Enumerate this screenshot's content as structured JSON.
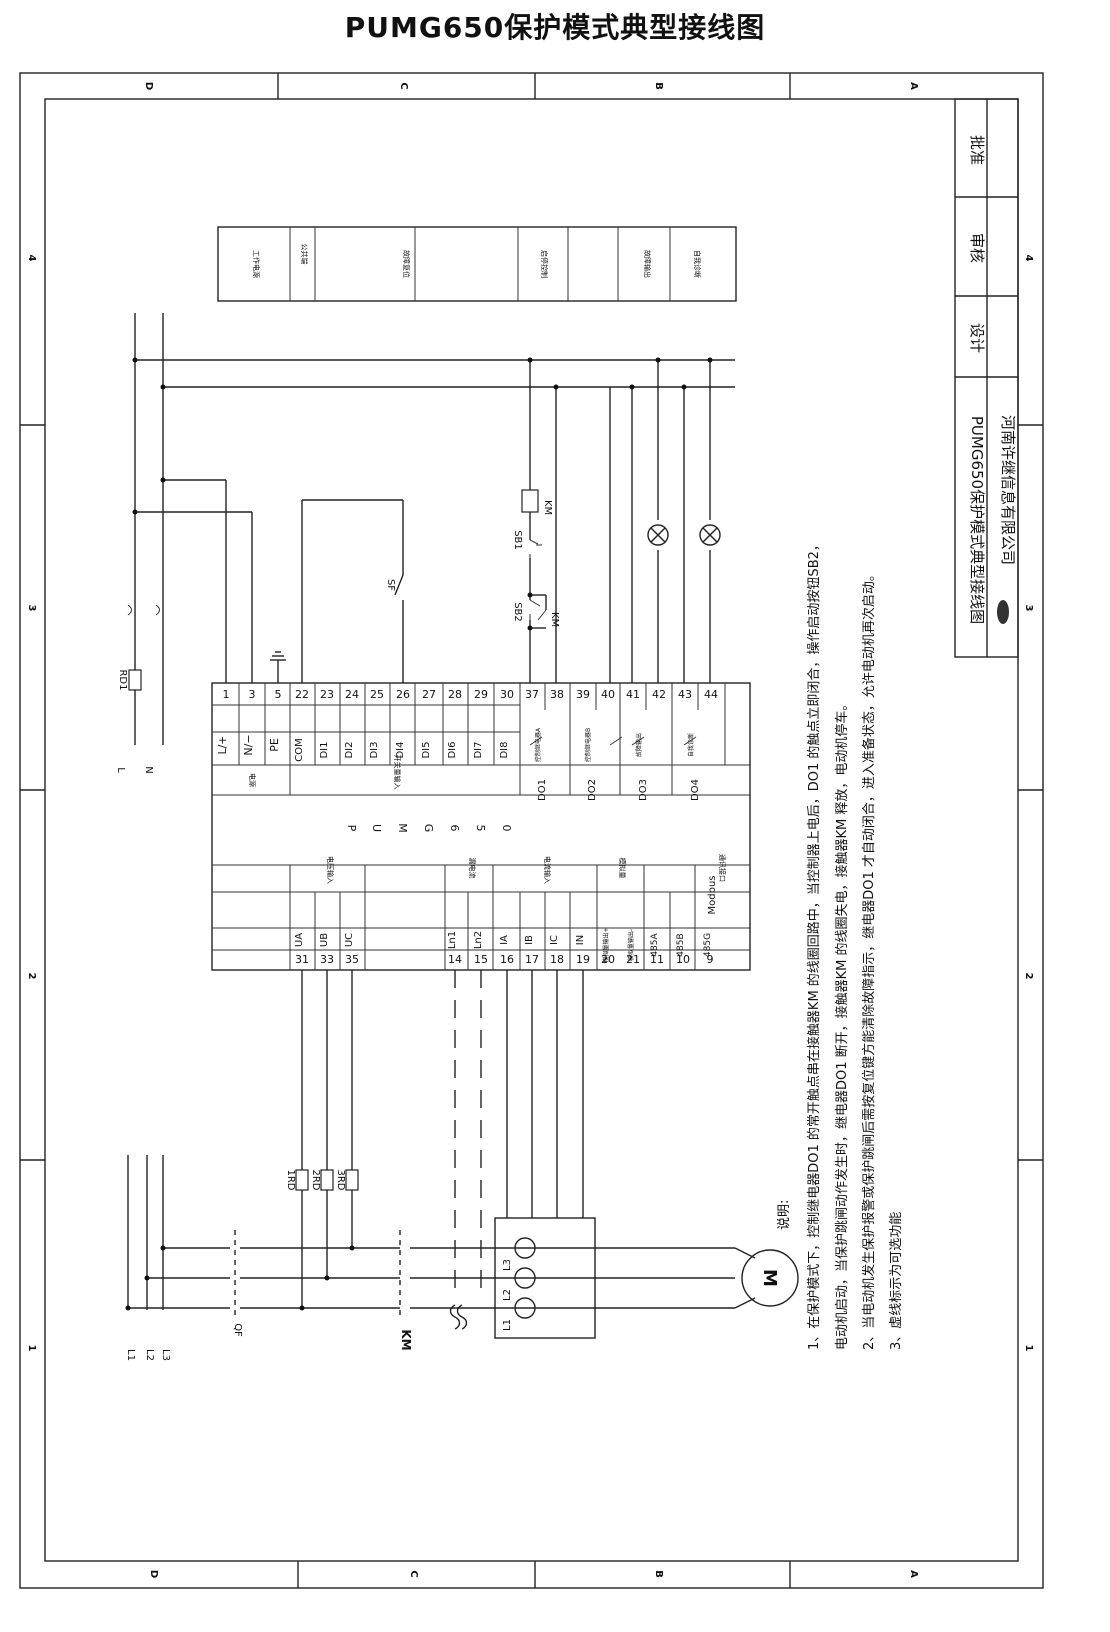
{
  "title": "PUMG650保护模式典型接线图",
  "border": {
    "letters_top": [
      "D",
      "C",
      "B",
      "A"
    ],
    "letters_bottom": [
      "D",
      "C",
      "B",
      "A"
    ],
    "numbers_left": [
      "4",
      "3",
      "2",
      "1"
    ],
    "numbers_right": [
      "4",
      "3",
      "2",
      "1"
    ]
  },
  "title_block": {
    "drawing_name": "PUMG650保护模式典型接线图",
    "company": "河南许继信息有限公司",
    "roles": [
      "设计",
      "审核",
      "批准"
    ]
  },
  "function_labels": [
    "工作电源",
    "公共端",
    "故障复位",
    "启停控制",
    "故障输出",
    "自我诊断"
  ],
  "device": {
    "model_letters": [
      "P",
      "U",
      "M",
      "G",
      "6",
      "5",
      "0"
    ],
    "power_terms": [
      {
        "num": "1",
        "label": "L/+"
      },
      {
        "num": "3",
        "label": "N/−"
      },
      {
        "num": "5",
        "label": "PE"
      }
    ],
    "power_group": "电源",
    "di_terms": [
      {
        "num": "22",
        "label": "COM"
      },
      {
        "num": "23",
        "label": "DI1"
      },
      {
        "num": "24",
        "label": "DI2"
      },
      {
        "num": "25",
        "label": "DI3"
      },
      {
        "num": "26",
        "label": "DI4"
      },
      {
        "num": "27",
        "label": "DI5"
      },
      {
        "num": "28",
        "label": "DI6"
      },
      {
        "num": "29",
        "label": "DI7"
      },
      {
        "num": "30",
        "label": "DI8"
      }
    ],
    "di_group": "开关量输入",
    "do_blocks": [
      {
        "name": "DO1",
        "nums": [
          "37",
          "38"
        ],
        "desc": "控制继电器A"
      },
      {
        "name": "DO2",
        "nums": [
          "39",
          "40"
        ],
        "desc": "控制继电器B"
      },
      {
        "name": "DO3",
        "nums": [
          "41",
          "42"
        ],
        "desc": "故障输出"
      },
      {
        "name": "DO4",
        "nums": [
          "43",
          "44"
        ],
        "desc": "自我诊断"
      }
    ],
    "voltage_terms": [
      {
        "num": "31",
        "label": "UA"
      },
      {
        "num": "33",
        "label": "UB"
      },
      {
        "num": "35",
        "label": "UC"
      }
    ],
    "voltage_group": "电压输入",
    "leak_terms": [
      {
        "num": "14",
        "label": "Ln1"
      },
      {
        "num": "15",
        "label": "Ln2"
      }
    ],
    "leak_group": "漏电流",
    "current_terms": [
      {
        "num": "16",
        "label": "IA"
      },
      {
        "num": "17",
        "label": "IB"
      },
      {
        "num": "18",
        "label": "IC"
      },
      {
        "num": "19",
        "label": "IN"
      }
    ],
    "current_group": "电流输入",
    "analog_terms": [
      {
        "num": "20",
        "label": "模拟量输出+"
      },
      {
        "num": "21",
        "label": "模拟量输出-"
      }
    ],
    "analog_group": "模拟量",
    "comm_terms": [
      {
        "num": "11",
        "label": "485A"
      },
      {
        "num": "10",
        "label": "485B"
      },
      {
        "num": "9",
        "label": "485G"
      }
    ],
    "comm_group": "通讯接口",
    "modbus": "Modbus"
  },
  "components": {
    "power_lines": [
      "L",
      "N"
    ],
    "phase_lines": [
      "L1",
      "L2",
      "L3"
    ],
    "fuse_power": "RD1",
    "fuses_voltage": [
      "1RD",
      "2RD",
      "3RD"
    ],
    "breaker": "QF",
    "contactor": "KM",
    "coil": "KM",
    "aux_contact": "KM",
    "start_button": "SB1",
    "stop_button": "SB2",
    "reset_switch": "SF",
    "ct_labels": [
      "L1",
      "L2",
      "L3"
    ],
    "motor": "M"
  },
  "notes": [
    "说明:",
    "1、在保护模式下，控制继电器DO1 的常开触点串在接触器KM 的线圈回路中，当控制器上电后，DO1 的触点立即闭合，操作启动按钮SB2，",
    "电动机启动，当保护跳闸动作发生时，继电器DO1 断开，接触器KM 的线圈失电，接触器KM 释放，电动机停车。",
    "2、当电动机发生保护报警或保护跳闸后需按复位键方能清除故障指示，继电器DO1 才自动闭合，进入准备状态，允许电动机再次启动。",
    "3、虚线标示为可选功能"
  ]
}
